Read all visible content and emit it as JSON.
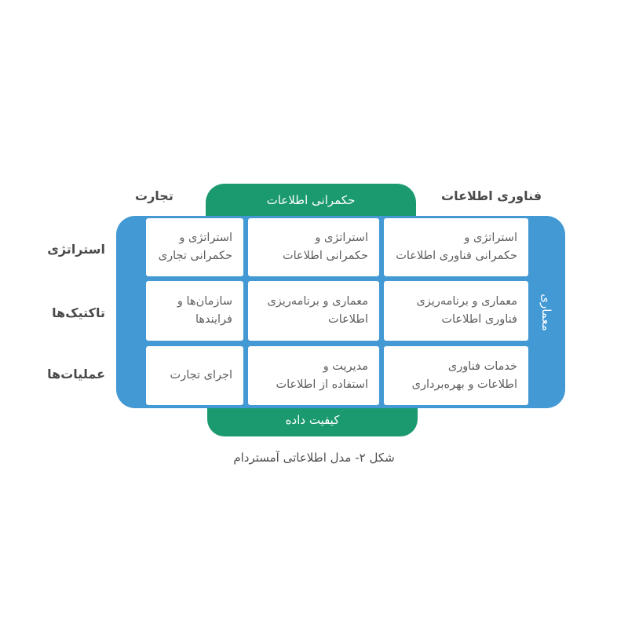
{
  "diagram": {
    "top_band": "حکمرانی اطلاعات",
    "bottom_band": "کیفیت داده",
    "side_band": "معماری",
    "columns": {
      "business": "تجارت",
      "it": "فناوری اطلاعات"
    },
    "rows": {
      "strategy": "استراتژی",
      "tactics": "تاکتیک‌ها",
      "operations": "عملیات‌ها"
    },
    "cells": {
      "r1c1": [
        "استراتژی و",
        "حکمرانی تجاری"
      ],
      "r1c2": [
        "استراتژی و",
        "حکمرانی اطلاعات"
      ],
      "r1c3": [
        "استراتژی و",
        "حکمرانی فناوری اطلاعات"
      ],
      "r2c1": [
        "سازمان‌ها و",
        "فرایندها"
      ],
      "r2c2": [
        "معماری و برنامه‌ریزی",
        "اطلاعات"
      ],
      "r2c3": [
        "معماری و برنامه‌ریزی",
        "فناوری اطلاعات"
      ],
      "r3c1": [
        "اجرای تجارت"
      ],
      "r3c2": [
        "مدیریت و",
        "استفاده از اطلاعات"
      ],
      "r3c3": [
        "خدمات فناوری",
        "اطلاعات و بهره‌برداری"
      ]
    },
    "caption": "شکل ۲- مدل اطلاعاتی آمستردام",
    "colors": {
      "green": "#1b9a70",
      "blue": "#4399d4",
      "text": "#5f5f5f"
    }
  }
}
